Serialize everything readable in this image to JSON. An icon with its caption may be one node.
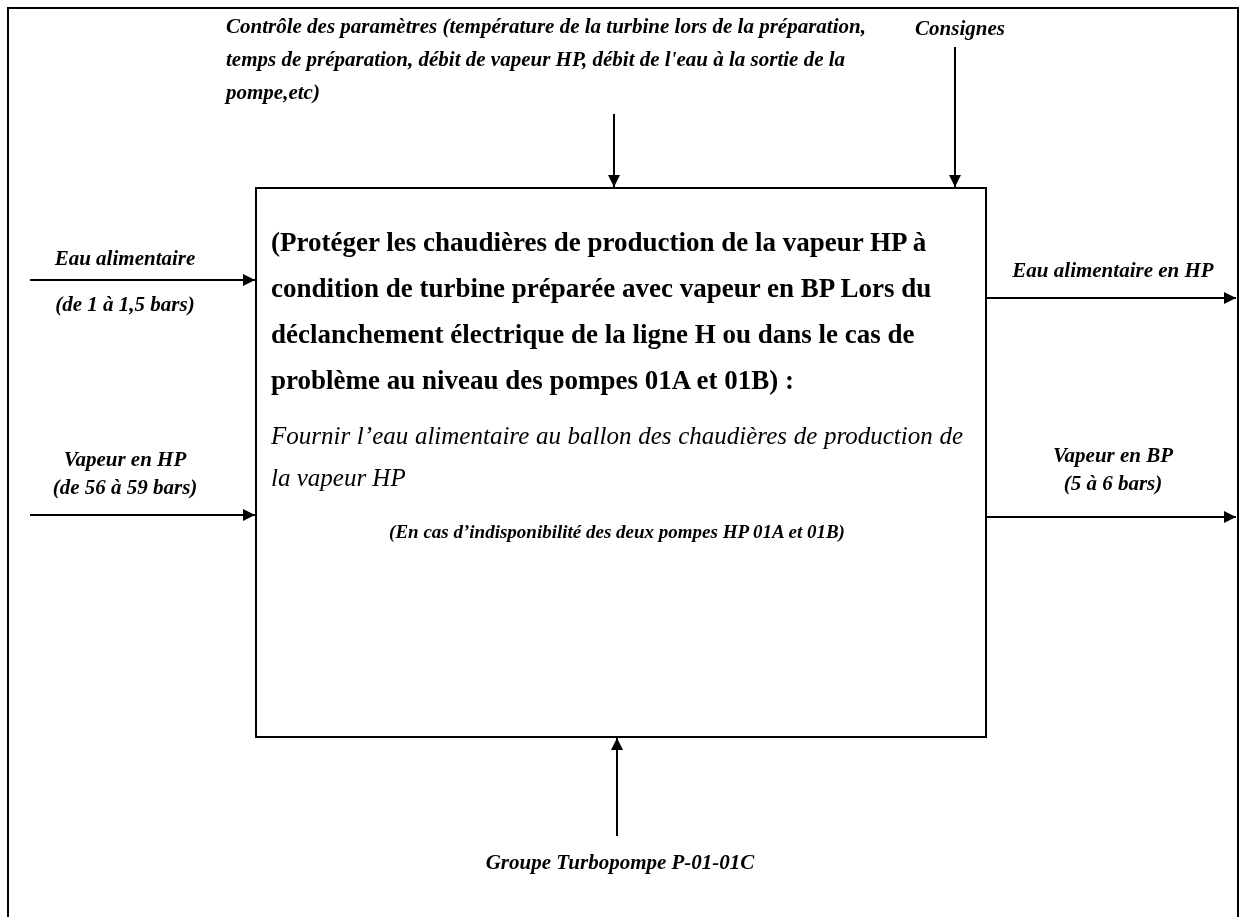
{
  "diagram": {
    "nodes": [
      {
        "text": [
          "(Protéger les chaudières de production de la vapeur HP à condition de turbine préparée avec vapeur en BP Lors du déclanchement électrique de la ligne H ou dans le cas de problème au niveau des pompes 01A et 01B) :",
          "Fournir l’eau alimentaire au ballon des chaudières de production de la vapeur HP",
          "(En cas d’indisponibilité des deux pompes HP 01A et 01B)"
        ]
      },
      {
        "text": [
          "Contrôle des paramètres (température de la turbine lors de la préparation, temps de préparation, débit de vapeur HP, débit de l'eau à la sortie de la pompe,etc)"
        ]
      },
      {
        "text": [
          "Consignes"
        ]
      },
      {
        "text": [
          "Groupe Turbopompe P-01-01C"
        ]
      }
    ],
    "edges": [
      {
        "from": 1,
        "to": 0,
        "arrow": "to"
      },
      {
        "from": 2,
        "to": 0,
        "arrow": "to"
      },
      {
        "from": null,
        "to": 0,
        "arrow": "to",
        "label": "Eau alimentaire"
      },
      {
        "from": null,
        "to": 0,
        "arrow": "to",
        "label": "Vapeur en HP (de 56 à 59 bars)"
      },
      {
        "from": 0,
        "to": null,
        "arrow": "to",
        "label": "Eau alimentaire en HP"
      },
      {
        "from": 0,
        "to": null,
        "arrow": "to",
        "label": "Vapeur en BP (5 à 6 bars)"
      },
      {
        "from": 3,
        "to": 0,
        "arrow": "to"
      }
    ],
    "labels": [
      "(de 1 à 1,5 bars)"
    ]
  }
}
